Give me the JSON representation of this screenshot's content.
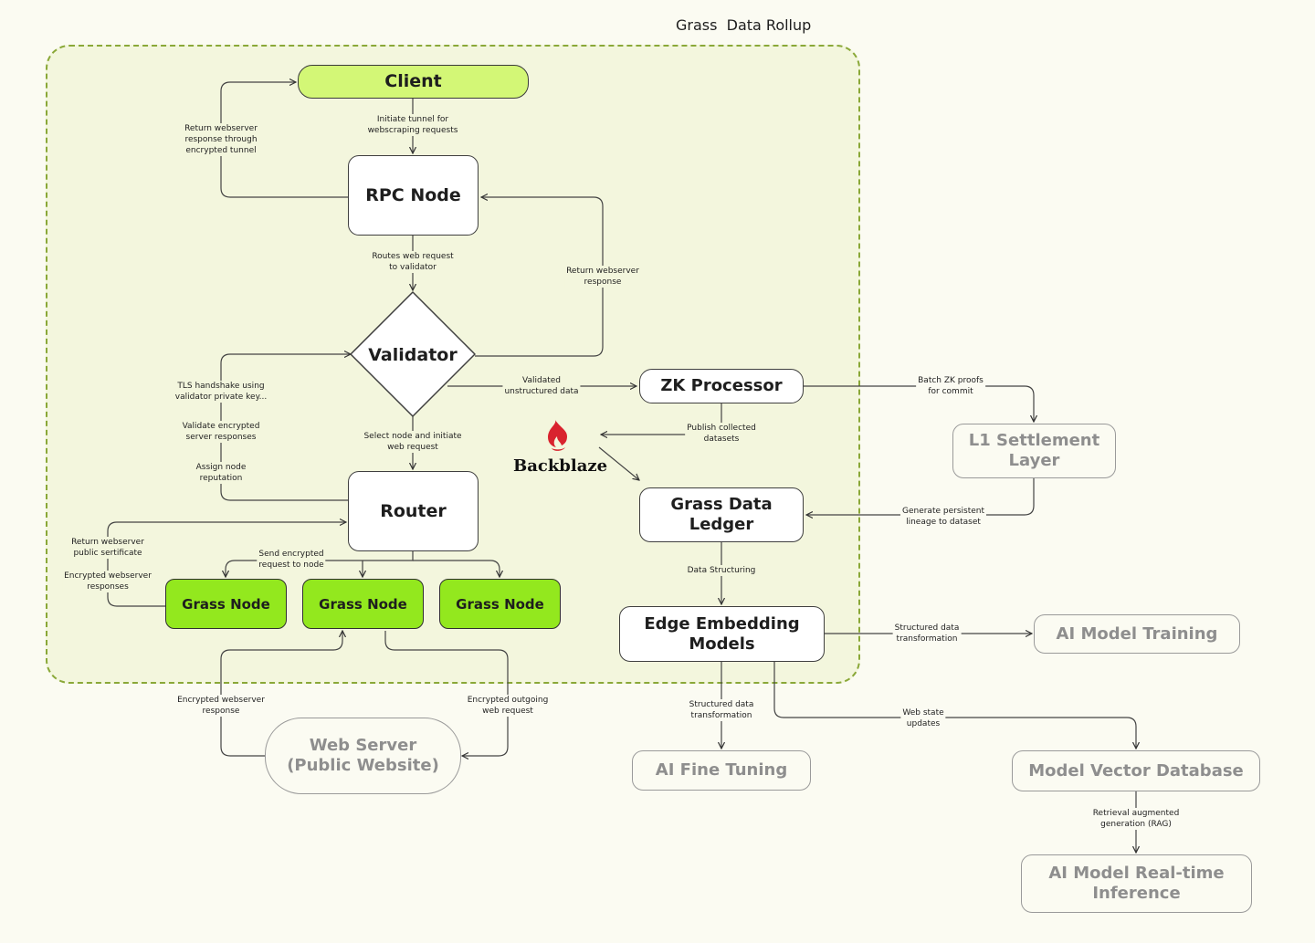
{
  "title": "Grass  Data Rollup",
  "nodes": {
    "client": "Client",
    "rpc_node": "RPC Node",
    "validator": "Validator",
    "router": "Router",
    "grass_node_1": "Grass Node",
    "grass_node_2": "Grass Node",
    "grass_node_3": "Grass Node",
    "web_server_line1": "Web Server",
    "web_server_line2": "(Public Website)",
    "zk_processor": "ZK Processor",
    "l1_line1": "L1 Settlement",
    "l1_line2": "Layer",
    "ledger_line1": "Grass Data",
    "ledger_line2": "Ledger",
    "edge_line1": "Edge Embedding",
    "edge_line2": "Models",
    "ai_training": "AI Model Training",
    "ai_fine_tuning": "AI Fine Tuning",
    "vector_db": "Model Vector Database",
    "realtime_line1": "AI Model Real-time",
    "realtime_line2": "Inference"
  },
  "backblaze": "Backblaze",
  "labels": {
    "initiate_1": "Initiate tunnel for",
    "initiate_2": "webscraping requests",
    "return_tunnel_1": "Return webserver",
    "return_tunnel_2": "response through",
    "return_tunnel_3": "encrypted tunnel",
    "routes_1": "Routes web request",
    "routes_2": "to validator",
    "return_resp_1": "Return webserver",
    "return_resp_2": "response",
    "tls_1": "TLS handshake using",
    "tls_2": "validator private key...",
    "validate_1": "Validate encrypted",
    "validate_2": "server responses",
    "assign_1": "Assign node",
    "assign_2": "reputation",
    "select_1": "Select node and initiate",
    "select_2": "web request",
    "validated_1": "Validated",
    "validated_2": "unstructured data",
    "publish_1": "Publish collected",
    "publish_2": "datasets",
    "batch_1": "Batch ZK proofs",
    "batch_2": "for commit",
    "lineage_1": "Generate persistent",
    "lineage_2": "lineage to dataset",
    "return_cert_1": "Return webserver",
    "return_cert_2": "public sertificate",
    "enc_resps_1": "Encrypted webserver",
    "enc_resps_2": "responses",
    "send_enc_1": "Send encrypted",
    "send_enc_2": "request to node",
    "data_structuring": "Data Structuring",
    "struct_train_1": "Structured data",
    "struct_train_2": "transformation",
    "enc_resp_1": "Encrypted webserver",
    "enc_resp_2": "response",
    "enc_out_1": "Encrypted outgoing",
    "enc_out_2": "web request",
    "struct_fine_1": "Structured data",
    "struct_fine_2": "transformation",
    "web_state_1": "Web state",
    "web_state_2": "updates",
    "rag_1": "Retrieval augmented",
    "rag_2": "generation (RAG)"
  },
  "colors": {
    "zone_fill": "#f3f6dd",
    "zone_border": "#8aa838",
    "client_fill": "#d3f776",
    "grass_node_fill": "#93e81e",
    "backblaze_red": "#d9232e"
  }
}
